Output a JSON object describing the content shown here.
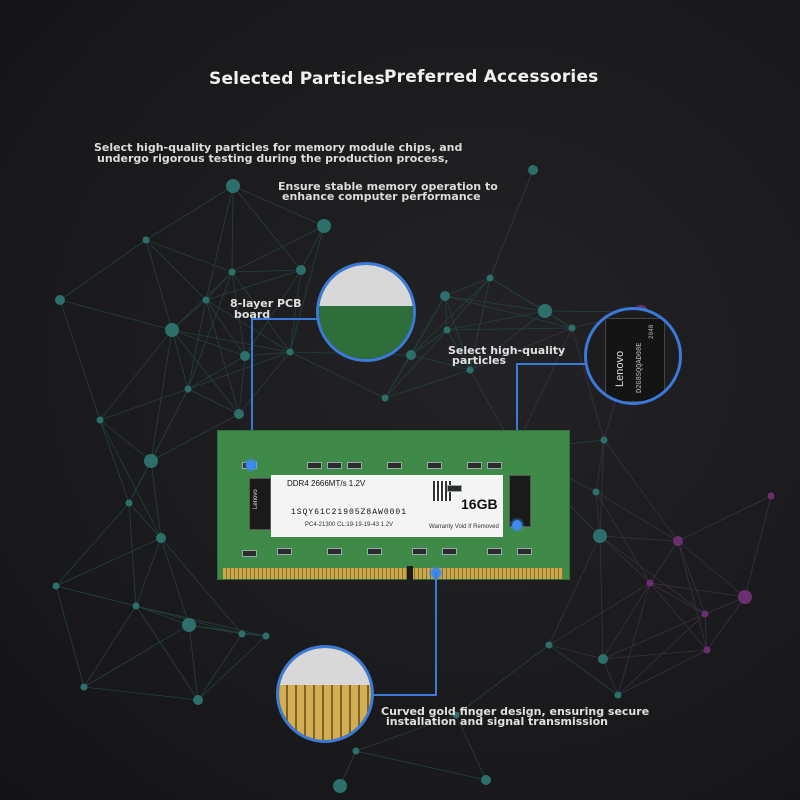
{
  "headings": {
    "left": "Selected Particles",
    "right": "Preferred Accessories"
  },
  "intro": {
    "line1": "Select high-quality particles for memory module chips, and",
    "line2": "undergo rigorous testing during the production process,",
    "line3": "Ensure stable memory operation to",
    "line4": "enhance computer performance"
  },
  "callouts": {
    "pcb": {
      "line1": "8-layer PCB",
      "line2": "board"
    },
    "particles": {
      "line1": "Select high-quality",
      "line2": "particles"
    },
    "gold": {
      "line1": "Curved gold finger design, ensuring secure",
      "line2": "installation and signal transmission"
    }
  },
  "module": {
    "brand": "Lenovo",
    "spec": "DDR4 2666MT/s       1.2V",
    "serial": "1SQY61C21905Z8AW0001",
    "rating": "PC4-21300      CL:19-19-19-43 1.2V",
    "capacity": "16GB",
    "warranty": "Warranty Void If Removed",
    "chip_code": "D2G8SQQAD08E",
    "chip_num": "2048"
  },
  "colors": {
    "accent": "#3a7ad9",
    "pcb": "#3f8a48",
    "gold": "#c9a74a",
    "node_teal": "#2d6f6a",
    "node_purple": "#6a2f6f"
  },
  "icons": [
    "network-graph-background",
    "pcb-zoom-circle",
    "chip-zoom-circle",
    "gold-finger-zoom-circle"
  ]
}
